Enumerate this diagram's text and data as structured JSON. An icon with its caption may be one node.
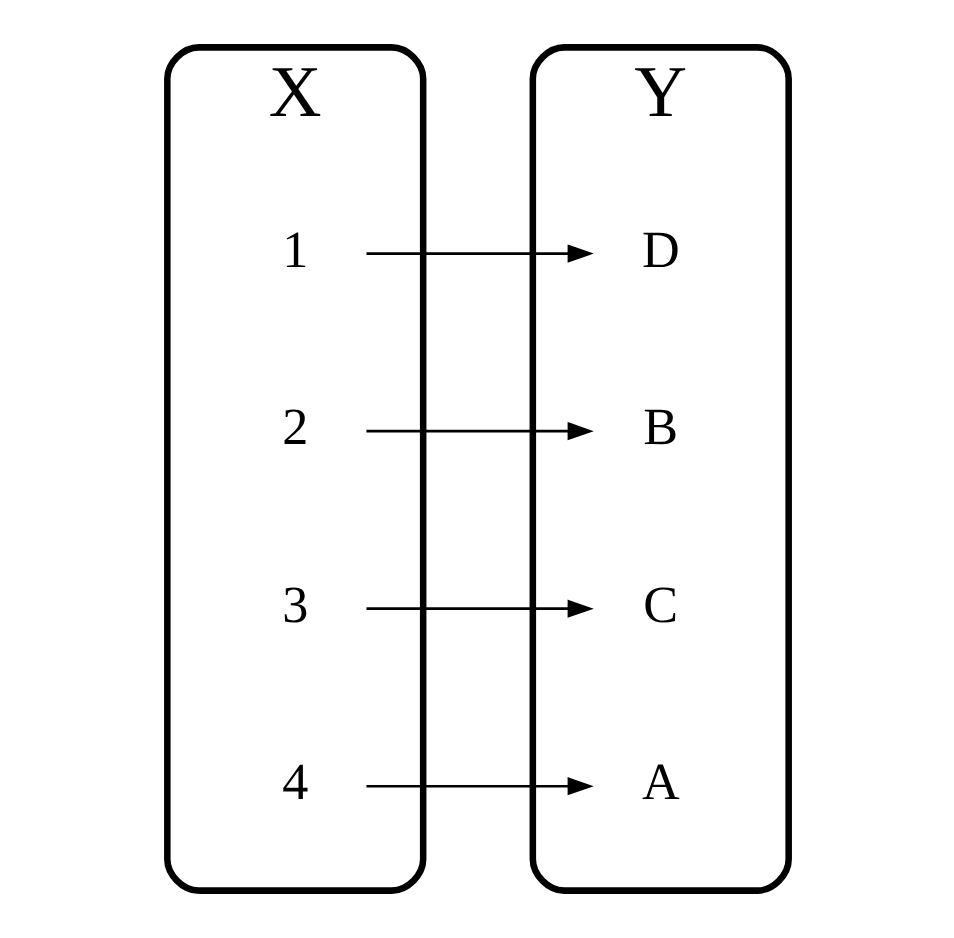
{
  "diagram": {
    "nodes": [
      {
        "text": [
          "X"
        ]
      },
      {
        "text": [
          "1"
        ],
        "in": 0
      },
      {
        "text": [
          "2"
        ],
        "in": 0
      },
      {
        "text": [
          "3"
        ],
        "in": 0
      },
      {
        "text": [
          "4"
        ],
        "in": 0
      },
      {
        "text": [
          "Y"
        ]
      },
      {
        "text": [
          "D"
        ],
        "in": 5
      },
      {
        "text": [
          "B"
        ],
        "in": 5
      },
      {
        "text": [
          "C"
        ],
        "in": 5
      },
      {
        "text": [
          "A"
        ],
        "in": 5
      }
    ],
    "edges": [
      {
        "from": 1,
        "to": 6,
        "arrow": "to"
      },
      {
        "from": 2,
        "to": 7,
        "arrow": "to"
      },
      {
        "from": 3,
        "to": 8,
        "arrow": "to"
      },
      {
        "from": 4,
        "to": 9,
        "arrow": "to"
      }
    ]
  }
}
